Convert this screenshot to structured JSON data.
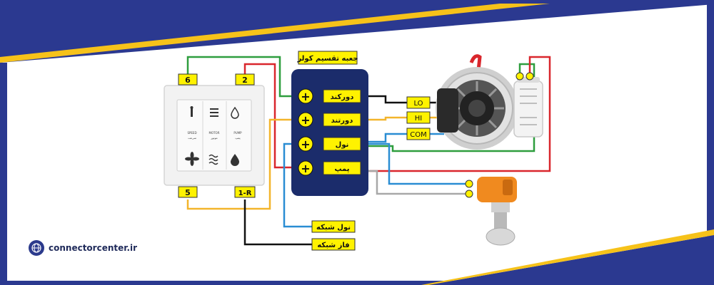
{
  "box_title": "جعبه تقسیم کولر",
  "terminals": [
    {
      "label": "دورکند"
    },
    {
      "label": "دورتند"
    },
    {
      "label": "نول"
    },
    {
      "label": "پمپ"
    }
  ],
  "plus_symbol": "+",
  "switch_tags": {
    "top_left": "6",
    "top_right": "2",
    "bottom_left": "5",
    "bottom_right": "1-R"
  },
  "switch_buttons": [
    {
      "top_icon": "speed-icon",
      "mid_en": "SPEED",
      "mid_fa": "سرعت",
      "bottom_icon": "fan-icon"
    },
    {
      "top_icon": "motor-icon",
      "mid_en": "MOTOR",
      "mid_fa": "موتور",
      "bottom_icon": "waves-icon"
    },
    {
      "top_icon": "pump-icon",
      "mid_en": "PUMP",
      "mid_fa": "پمپ",
      "bottom_icon": "drop-icon"
    }
  ],
  "motor_labels": {
    "lo": "LO",
    "hi": "HI",
    "com": "COM"
  },
  "mains_labels": {
    "neutral": "نول شبکه",
    "phase": "فاز شبکه"
  },
  "site": "connectorcenter.ir",
  "colors": {
    "frame": "#2b3990",
    "accent": "#f6c21a",
    "box": "#1b2c6b",
    "tag": "#fff200",
    "wire_green": "#2e9e3e",
    "wire_red": "#d9262c",
    "wire_yellow": "#f3b52b",
    "wire_blue": "#2a8dd3",
    "wire_black": "#111111",
    "wire_gray": "#a8a8a8"
  }
}
